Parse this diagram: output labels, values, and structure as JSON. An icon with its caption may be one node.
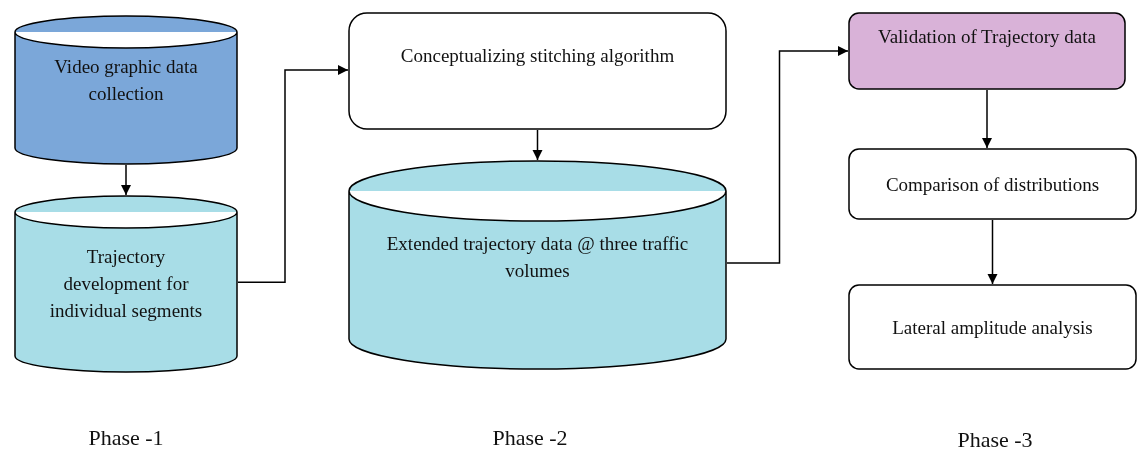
{
  "diagram": {
    "nodes": [
      {
        "text": [
          "Video graphic data collection"
        ]
      },
      {
        "text": [
          "Trajectory development for individual segments"
        ]
      },
      {
        "text": [
          "Conceptualizing stitching algorithm"
        ]
      },
      {
        "text": [
          "Extended trajectory data @ three traffic volumes"
        ]
      },
      {
        "text": [
          "Validation of Trajectory data"
        ]
      },
      {
        "text": [
          "Comparison of distributions"
        ]
      },
      {
        "text": [
          "Lateral amplitude analysis"
        ]
      }
    ],
    "edges": [
      {
        "from": 0,
        "to": 1,
        "arrow": "to"
      },
      {
        "from": 1,
        "to": 2,
        "arrow": "to"
      },
      {
        "from": 2,
        "to": 3,
        "arrow": "to"
      },
      {
        "from": 3,
        "to": 4,
        "arrow": "to"
      },
      {
        "from": 4,
        "to": 5,
        "arrow": "to"
      },
      {
        "from": 5,
        "to": 6,
        "arrow": "to"
      }
    ],
    "labels": [
      "Phase -1",
      "Phase -2",
      "Phase -3"
    ]
  }
}
